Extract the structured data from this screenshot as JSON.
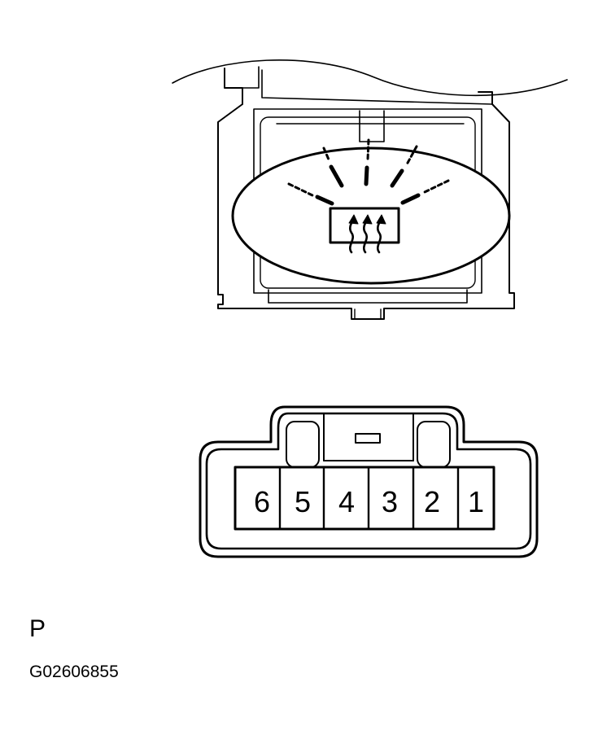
{
  "connector": {
    "pins": [
      "6",
      "5",
      "4",
      "3",
      "2",
      "1"
    ]
  },
  "labels": {
    "connector_id": "P",
    "figure_code": "G02606855"
  },
  "icons": {
    "switch_symbol": "rear-defogger-icon"
  }
}
